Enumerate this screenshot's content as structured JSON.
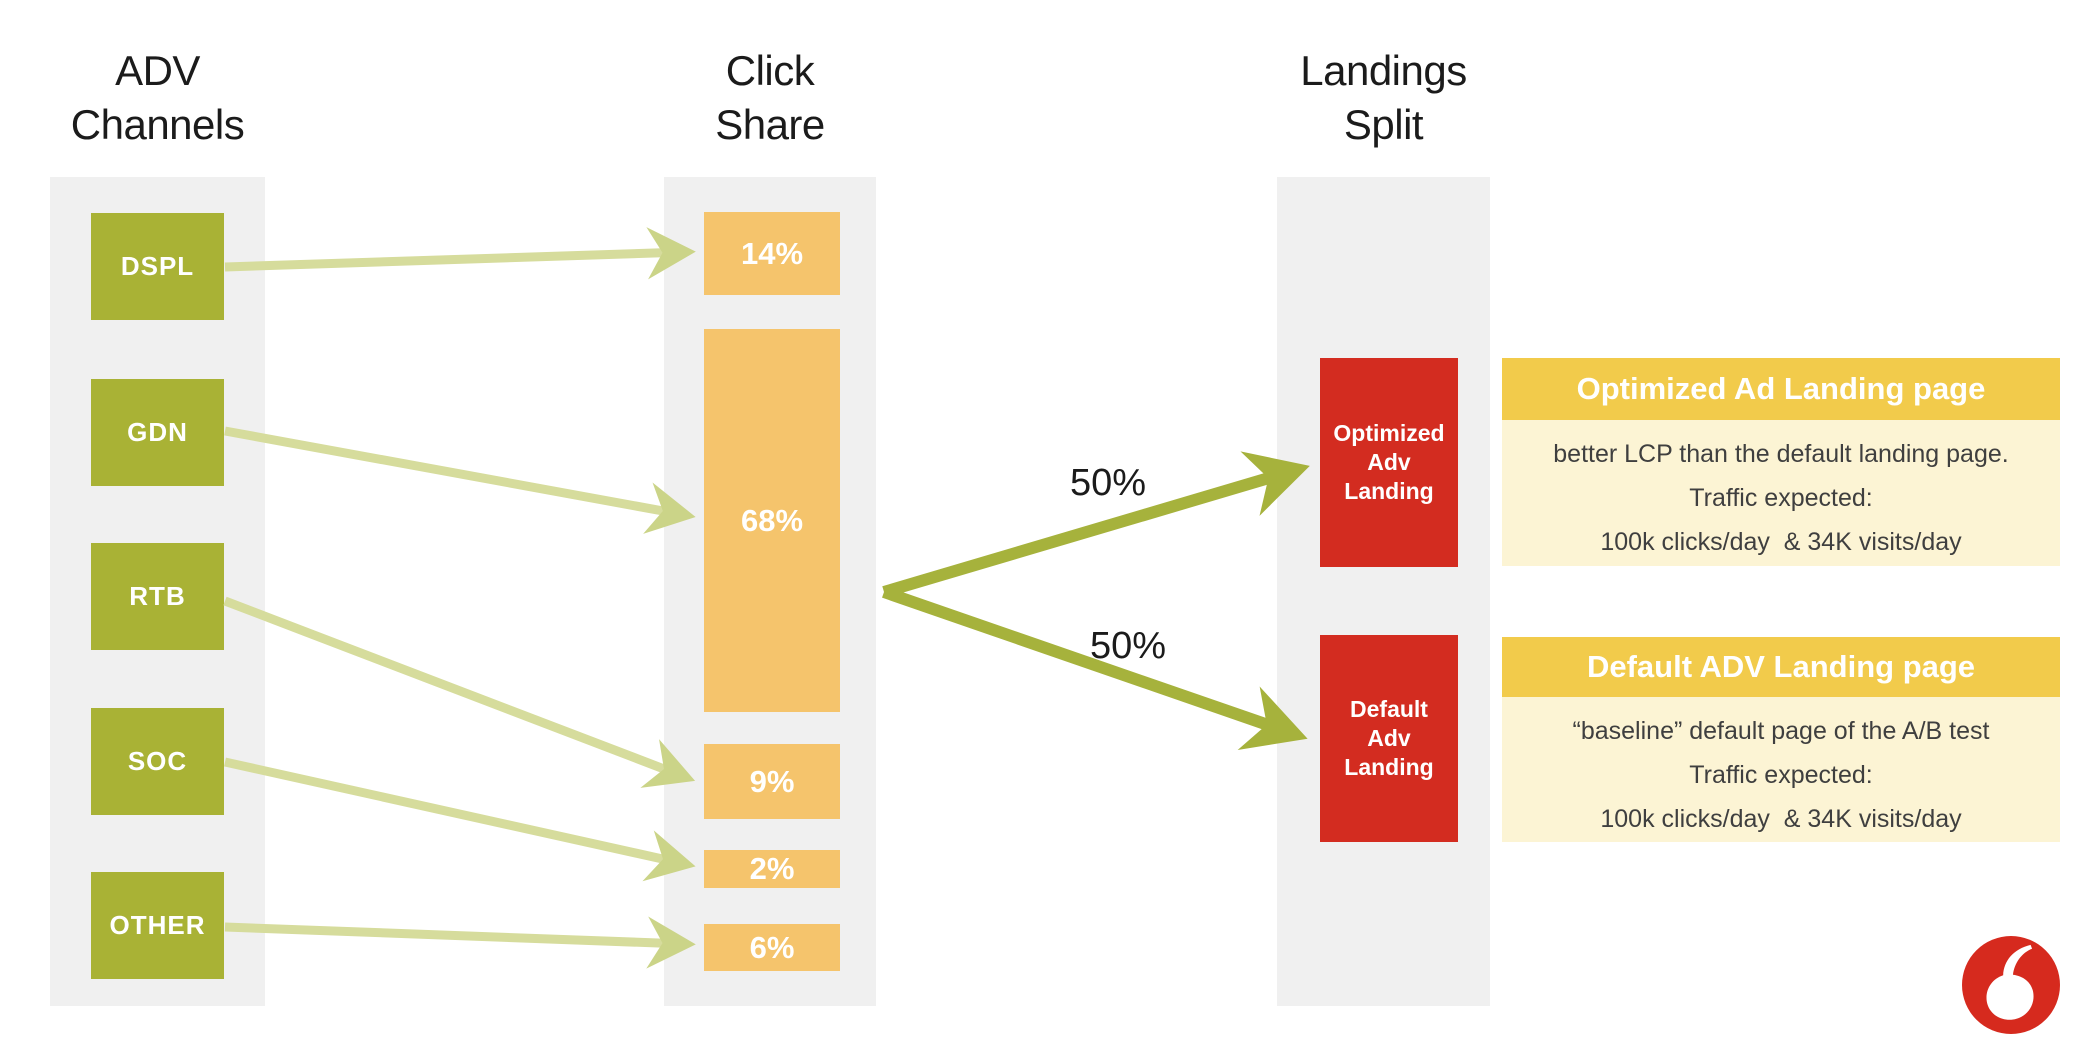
{
  "slide": {
    "columns": [
      {
        "id": "adv-channels",
        "title_lines": [
          "ADV",
          "Channels"
        ]
      },
      {
        "id": "click-share",
        "title_lines": [
          "Click",
          "Share"
        ]
      },
      {
        "id": "landings-split",
        "title_lines": [
          "Landings",
          "Split"
        ]
      }
    ],
    "channels": [
      {
        "label": "DSPL"
      },
      {
        "label": "GDN"
      },
      {
        "label": "RTB"
      },
      {
        "label": "SOC"
      },
      {
        "label": "OTHER"
      }
    ],
    "click_share": [
      {
        "value": "14%"
      },
      {
        "value": "68%"
      },
      {
        "value": "9%"
      },
      {
        "value": "2%"
      },
      {
        "value": "6%"
      }
    ],
    "flows": [
      {
        "from": "DSPL",
        "to": "14%"
      },
      {
        "from": "GDN",
        "to": "68%"
      },
      {
        "from": "RTB",
        "to": "9%"
      },
      {
        "from": "SOC",
        "to": "2%"
      },
      {
        "from": "OTHER",
        "to": "6%"
      }
    ],
    "split_branches": [
      {
        "label": "50%",
        "target": "Optimized Adv Landing"
      },
      {
        "label": "50%",
        "target": "Default Adv Landing"
      }
    ],
    "landing_boxes": [
      {
        "lines": [
          "Optimized",
          "Adv",
          "Landing"
        ]
      },
      {
        "lines": [
          "Default",
          "Adv",
          "Landing"
        ]
      }
    ],
    "cards": [
      {
        "title": "Optimized Ad Landing page",
        "body_lines": [
          "better LCP than the default landing page.",
          "Traffic expected:",
          "100k clicks/day  & 34K visits/day"
        ]
      },
      {
        "title": "Default ADV Landing page",
        "body_lines": [
          "“baseline” default page of the A/B test",
          "Traffic expected:",
          "100k clicks/day  & 34K visits/day"
        ]
      }
    ],
    "logo": {
      "brand": "Vodafone"
    },
    "colors": {
      "panel_gray": "#F0F0F0",
      "channel_green": "#A9B235",
      "share_orange": "#F5C46C",
      "arrow_light": "#D6DC9C",
      "arrow_split": "#A6B23C",
      "landing_red": "#D32C20",
      "card_header_gold": "#F2CB4B",
      "card_body_cream": "#FCF4D4",
      "logo_red": "#D62A1E",
      "text_dark": "#1B1B1B"
    }
  }
}
